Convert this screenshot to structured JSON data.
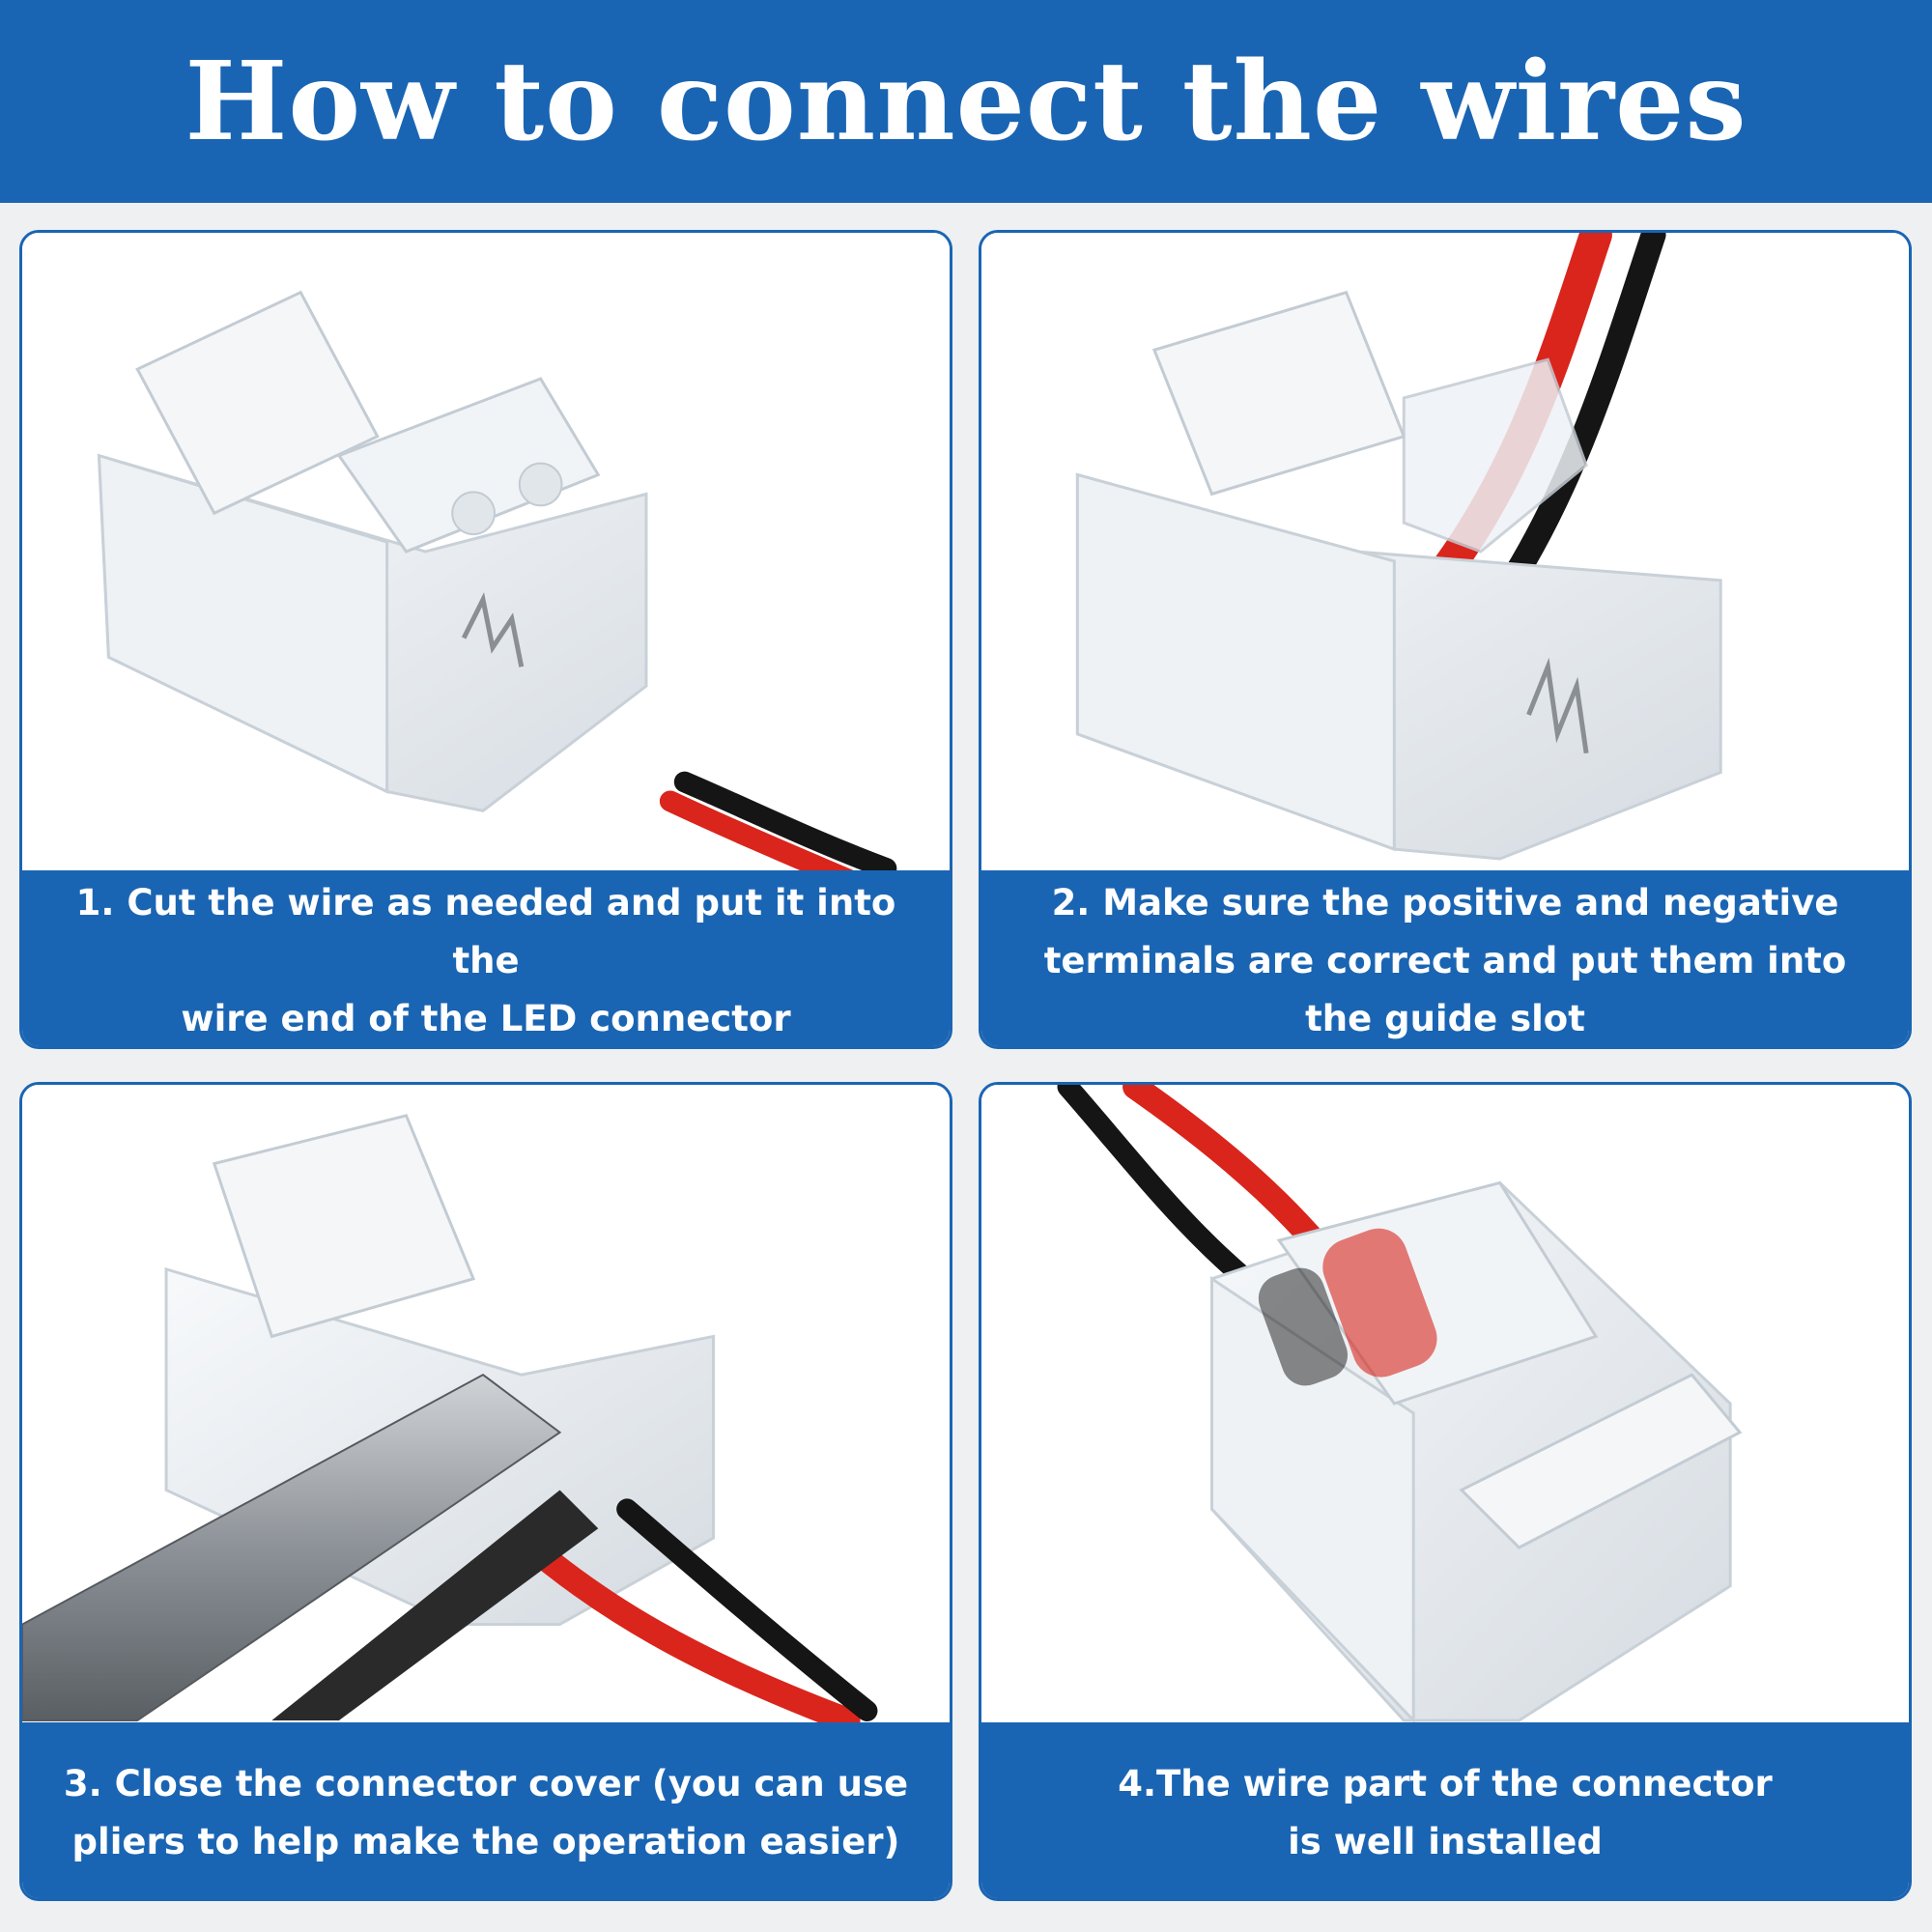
{
  "header": {
    "title": "How to connect the wires"
  },
  "steps": [
    {
      "caption": "1. Cut the wire as needed and put it into the\nwire end of the LED connector"
    },
    {
      "caption": "2. Make sure the positive and negative\nterminals are correct and put them into\nthe guide slot"
    },
    {
      "caption": "3. Close the connector cover (you can use\npliers to help make the operation easier)"
    },
    {
      "caption": "4.The wire part of the connector\nis well installed"
    }
  ],
  "colors": {
    "brand_blue": "#1a65b3",
    "wire_red": "#d9251c",
    "wire_black": "#151515"
  },
  "icons": [
    "connector-photo",
    "pliers-photo"
  ]
}
